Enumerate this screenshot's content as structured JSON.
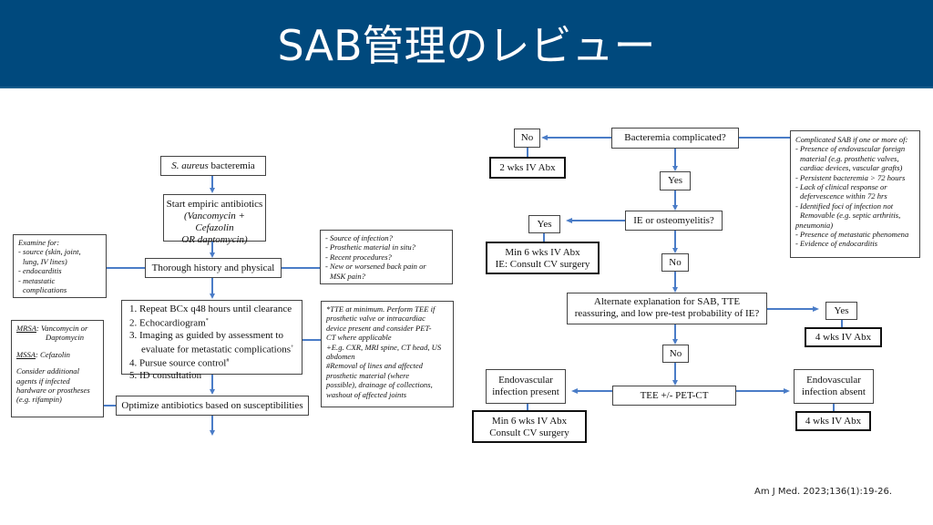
{
  "header": {
    "title": "SAB管理のレビュー"
  },
  "colors": {
    "header_bg": "#00497d",
    "connector": "#4a7cc7"
  },
  "left_flow": {
    "start": {
      "italic": "S. aureus",
      "rest": " bacteremia"
    },
    "empiric": {
      "line1": "Start empiric antibiotics",
      "line2": "(Vancomycin + Cefazolin",
      "line3": "OR daptomycin)"
    },
    "history": "Thorough history and physical",
    "examine_note": [
      "Examine for:",
      "- source (skin, joint,",
      "  lung, IV lines)",
      "- endocarditis",
      "- metastatic",
      "  complications"
    ],
    "questions_note": [
      "- Source of infection?",
      "- Prosthetic material in situ?",
      "- Recent procedures?",
      "- New or worsened back pain or",
      "  MSK pain?"
    ],
    "steps": [
      {
        "text": "1. Repeat BCx q48 hours until clearance",
        "sup": ""
      },
      {
        "text": "2. Echocardiogram",
        "sup": "*"
      },
      {
        "text": "3. Imaging as guided by assessment to",
        "sup": ""
      },
      {
        "text": "evaluate for metastatic complications",
        "sup": "+"
      },
      {
        "text": "4. Pursue source control",
        "sup": "#"
      },
      {
        "text": "5. ID consultation",
        "sup": ""
      }
    ],
    "footnotes_note": [
      "*TTE at minimum. Perform TEE if",
      "prosthetic valve or intracardiac",
      "device present and consider PET-",
      "CT where applicable",
      "+E.g. CXR, MRI spine, CT head, US",
      "abdomen",
      "#Removal of lines and affected",
      "prosthetic material (where",
      "possible), drainage of collections,",
      "washout of affected joints"
    ],
    "antibiotics_note": {
      "mrsa_label": "MRSA",
      "mrsa_text": ": Vancomycin or",
      "mrsa_text2": "Daptomycin",
      "mssa_label": "MSSA",
      "mssa_text": ": Cefazolin",
      "extra": [
        "Consider additional",
        "agents if infected",
        "hardware or prostheses",
        "(e.g. rifampin)"
      ]
    },
    "optimize": "Optimize antibiotics based on susceptibilities"
  },
  "right_flow": {
    "complicated_q": "Bacteremia complicated?",
    "no1": "No",
    "two_wks": "2 wks IV Abx",
    "yes1": "Yes",
    "complicated_note": [
      "Complicated SAB if one or more of:",
      "- Presence of endovascular foreign",
      "  material (e.g. prosthetic valves,",
      "  cardiac devices, vascular grafts)",
      "- Persistent bacteremia > 72 hours",
      "- Lack of clinical response or",
      "  defervescence within 72 hrs",
      "- Identified foci of infection not",
      "  Removable (e.g. septic arthritis,",
      "pneumonia)",
      "- Presence of metastatic phenomena",
      "- Evidence of endocarditis"
    ],
    "ie_q": "IE or osteomyelitis?",
    "yes2": "Yes",
    "min6_a": {
      "line1": "Min 6 wks IV Abx",
      "line2": "IE: Consult CV surgery"
    },
    "no2": "No",
    "alt_q": {
      "line1": "Alternate explanation for SAB, TTE",
      "line2": "reassuring, and low pre-test probability of IE?"
    },
    "yes3": "Yes",
    "four_wks_a": "4 wks IV Abx",
    "no3": "No",
    "tee": "TEE +/- PET-CT",
    "endo_present": {
      "line1": "Endovascular",
      "line2": "infection present"
    },
    "min6_b": {
      "line1": "Min 6 wks IV Abx",
      "line2": "Consult CV surgery"
    },
    "endo_absent": {
      "line1": "Endovascular",
      "line2": "infection absent"
    },
    "four_wks_b": "4 wks IV Abx"
  },
  "citation": "Am J Med. 2023;136(1):19-26."
}
